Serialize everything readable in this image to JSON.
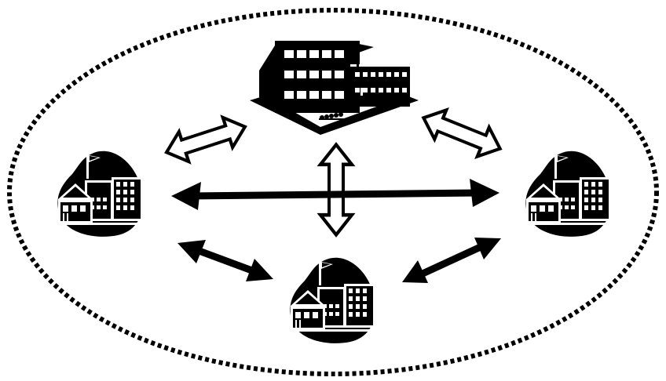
{
  "diagram": {
    "kind": "network-of-schools",
    "colors": {
      "ink": "#000000",
      "paper": "#ffffff"
    },
    "boundary": {
      "style": "dotted-ellipse"
    },
    "nodes": [
      {
        "id": "central-school",
        "icon": "large-school-building-icon",
        "role": "hub"
      },
      {
        "id": "left-school",
        "icon": "factory-building-icon"
      },
      {
        "id": "right-school",
        "icon": "factory-building-icon"
      },
      {
        "id": "bottom-school",
        "icon": "factory-building-icon"
      }
    ],
    "links": [
      {
        "from": "central-school",
        "to": "left-school",
        "style": "hollow-double-arrow"
      },
      {
        "from": "central-school",
        "to": "right-school",
        "style": "hollow-double-arrow"
      },
      {
        "from": "central-school",
        "to": "bottom-school",
        "style": "hollow-double-arrow"
      },
      {
        "from": "left-school",
        "to": "right-school",
        "style": "solid-double-arrow"
      },
      {
        "from": "left-school",
        "to": "bottom-school",
        "style": "solid-double-arrow"
      },
      {
        "from": "right-school",
        "to": "bottom-school",
        "style": "solid-double-arrow"
      }
    ]
  }
}
